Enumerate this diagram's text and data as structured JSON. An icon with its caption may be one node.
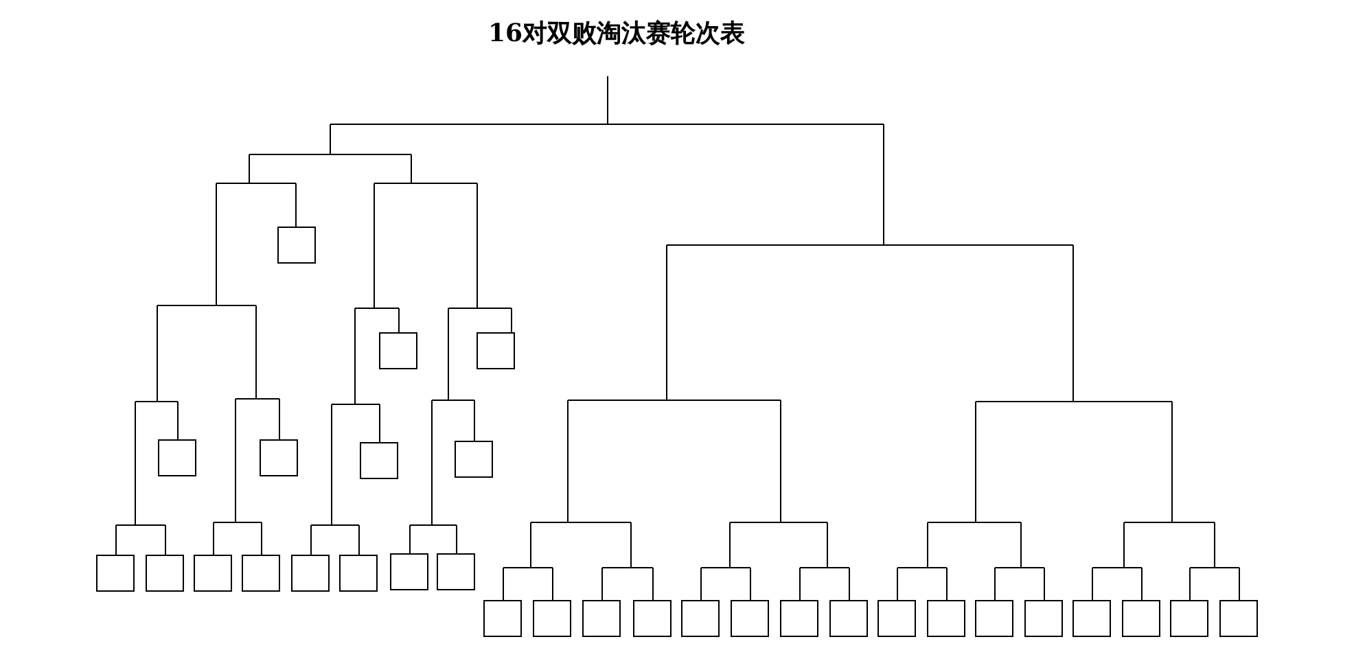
{
  "diagram": {
    "title": "16对双败淘汰赛轮次表",
    "nodes": [
      {
        "text": [],
        "shape": "box"
      },
      {
        "text": [],
        "shape": "box"
      },
      {
        "text": [],
        "shape": "box"
      },
      {
        "text": [],
        "shape": "box"
      },
      {
        "text": [],
        "shape": "box"
      },
      {
        "text": [],
        "shape": "box"
      },
      {
        "text": [],
        "shape": "box"
      },
      {
        "text": [],
        "shape": "box"
      },
      {
        "text": [],
        "shape": "box"
      },
      {
        "text": [],
        "shape": "box"
      },
      {
        "text": [],
        "shape": "box"
      },
      {
        "text": [],
        "shape": "box"
      },
      {
        "text": [],
        "shape": "box"
      },
      {
        "text": [],
        "shape": "box"
      },
      {
        "text": [],
        "shape": "box"
      },
      {
        "text": [],
        "shape": "box"
      },
      {
        "text": [],
        "shape": "box"
      },
      {
        "text": [],
        "shape": "box"
      },
      {
        "text": [],
        "shape": "box"
      },
      {
        "text": [],
        "shape": "box"
      },
      {
        "text": [],
        "shape": "box"
      },
      {
        "text": [],
        "shape": "box"
      },
      {
        "text": [],
        "shape": "box"
      },
      {
        "text": [],
        "shape": "box"
      },
      {
        "text": [],
        "shape": "box"
      },
      {
        "text": [],
        "shape": "box"
      },
      {
        "text": [],
        "shape": "box"
      },
      {
        "text": [],
        "shape": "box"
      },
      {
        "text": [],
        "shape": "box"
      },
      {
        "text": [],
        "shape": "box"
      },
      {
        "text": [],
        "shape": "box"
      }
    ]
  }
}
